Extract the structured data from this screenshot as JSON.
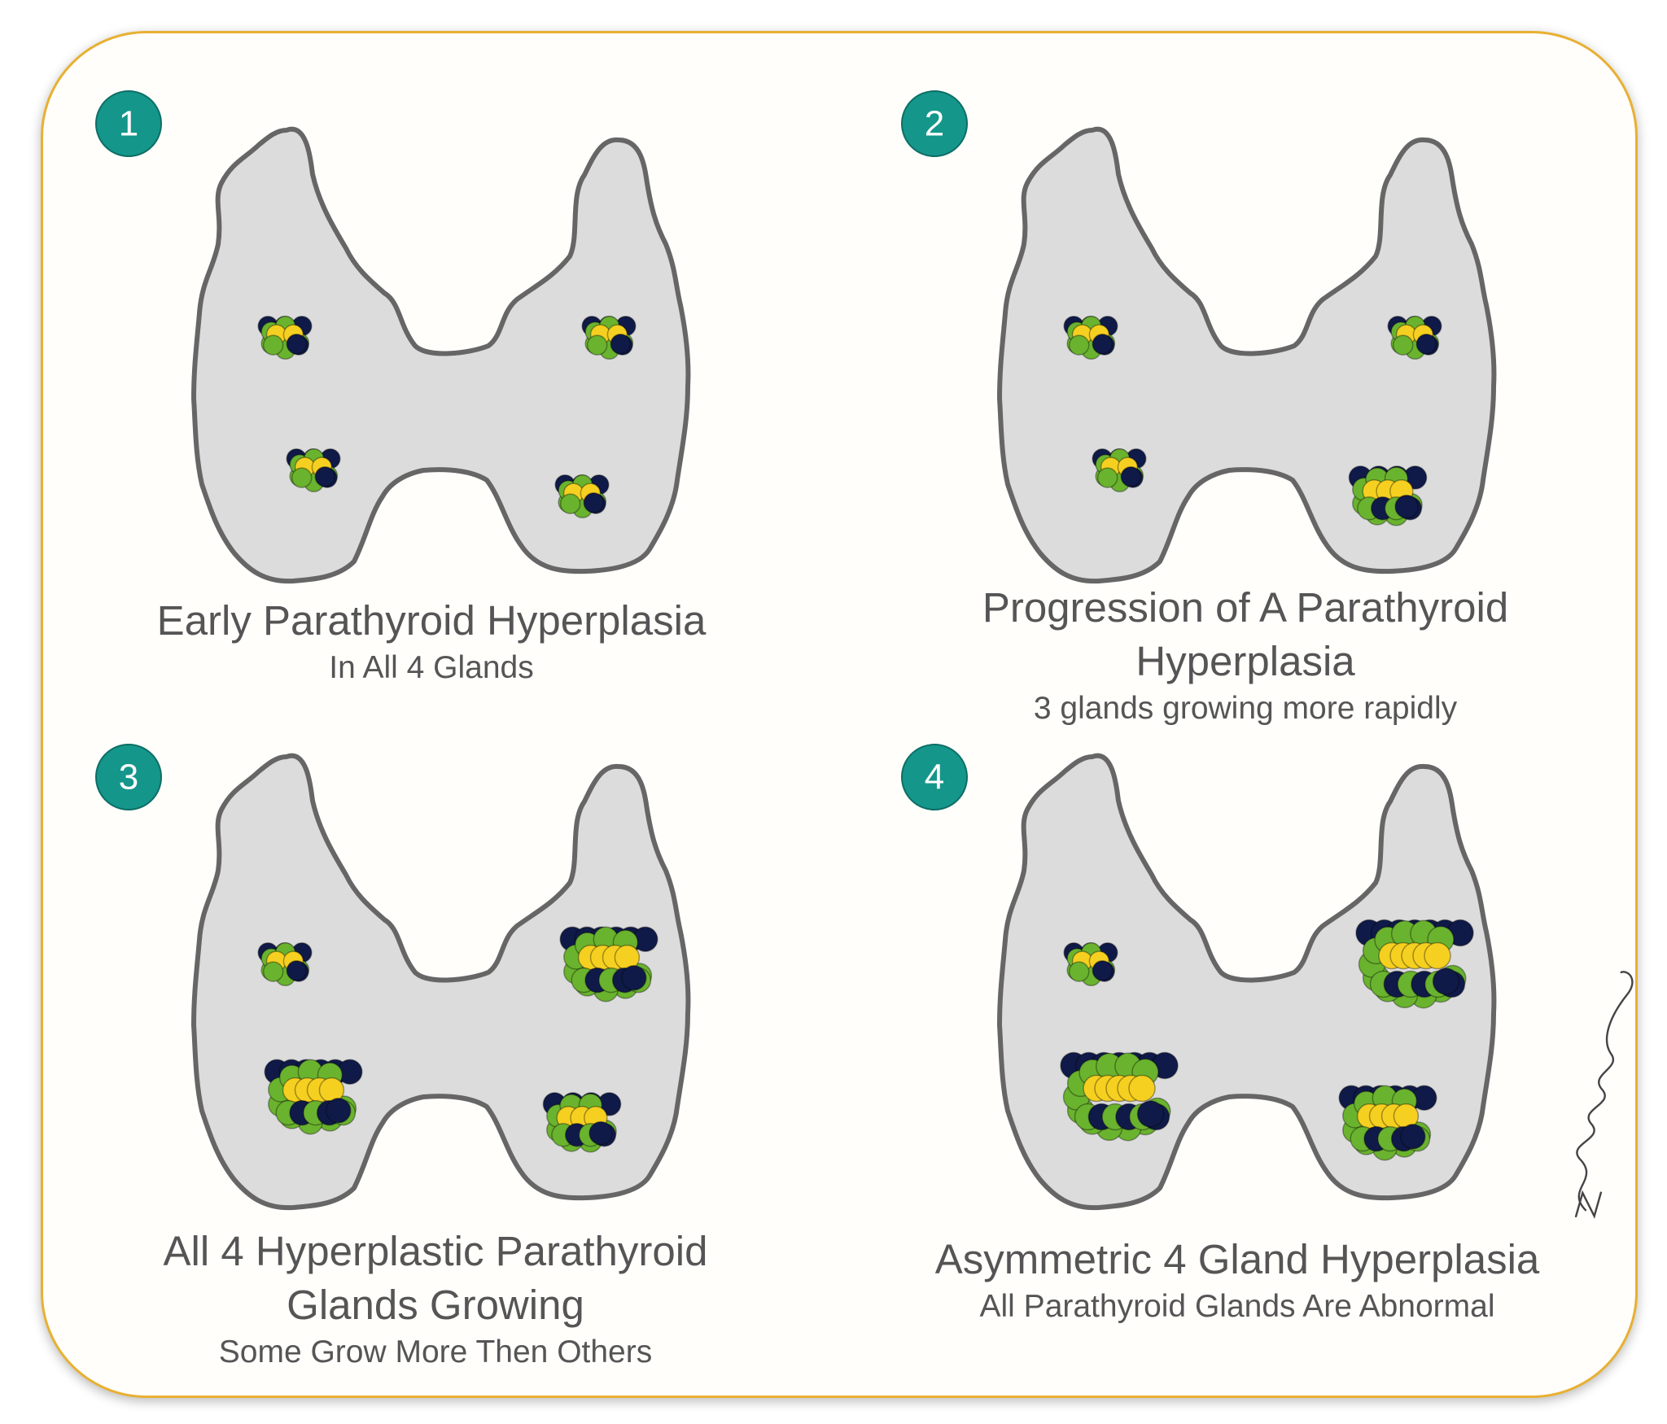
{
  "colors": {
    "frame": "#e8b032",
    "badge": "#15968a",
    "gland_fill": "#dcdcdc",
    "gland_outline": "#666666",
    "cell_navy": "#101a48",
    "cell_green": "#6ab32e",
    "cell_yellow": "#f6d020",
    "text": "#555555"
  },
  "panels": [
    {
      "number": "1",
      "title": "Early Parathyroid Hyperplasia",
      "subtitle": "In All 4 Glands",
      "glands": [
        {
          "position": "upper-left",
          "size": "small"
        },
        {
          "position": "upper-right",
          "size": "small"
        },
        {
          "position": "lower-left",
          "size": "small"
        },
        {
          "position": "lower-right",
          "size": "small"
        }
      ]
    },
    {
      "number": "2",
      "title": "Progression of A Parathyroid Hyperplasia",
      "subtitle": "3 glands growing more rapidly",
      "glands": [
        {
          "position": "upper-left",
          "size": "small"
        },
        {
          "position": "upper-right",
          "size": "small"
        },
        {
          "position": "lower-left",
          "size": "small"
        },
        {
          "position": "lower-right",
          "size": "medium"
        }
      ]
    },
    {
      "number": "3",
      "title": "All 4 Hyperplastic Parathyroid Glands Growing",
      "subtitle": "Some Grow More Then Others",
      "glands": [
        {
          "position": "upper-left",
          "size": "small"
        },
        {
          "position": "upper-right",
          "size": "large"
        },
        {
          "position": "lower-left",
          "size": "large"
        },
        {
          "position": "lower-right",
          "size": "medium"
        }
      ]
    },
    {
      "number": "4",
      "title": "Asymmetric 4 Gland Hyperplasia",
      "subtitle": "All Parathyroid Glands Are Abnormal",
      "glands": [
        {
          "position": "upper-left",
          "size": "small"
        },
        {
          "position": "upper-right",
          "size": "xlarge"
        },
        {
          "position": "lower-left",
          "size": "xlarge"
        },
        {
          "position": "lower-right",
          "size": "large"
        }
      ]
    }
  ],
  "signature": "Zarian"
}
